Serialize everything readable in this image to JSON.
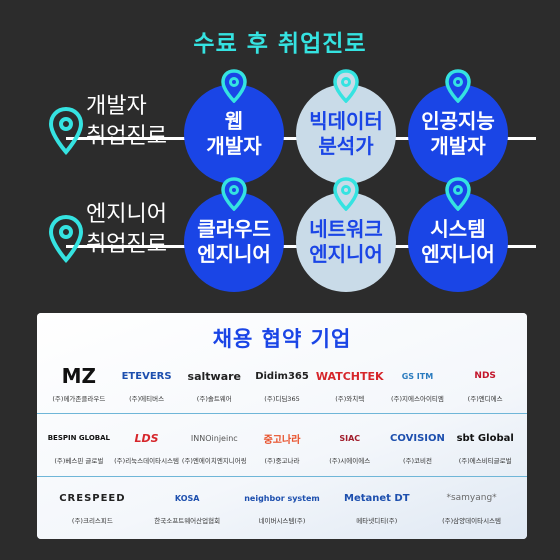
{
  "title": "수료 후 취업진로",
  "rows": [
    {
      "label": "개발자\n취업진로",
      "circles": [
        "웹\n개발자",
        "빅데이터\n분석가",
        "인공지능\n개발자"
      ]
    },
    {
      "label": "엔지니어\n취업진로",
      "circles": [
        "클라우드\n엔지니어",
        "네트워크\n엔지니어",
        "시스템\n엔지니어"
      ]
    }
  ],
  "companies": {
    "title": "채용 협약 기업",
    "row1": [
      {
        "logo": "MZ",
        "name": "(주)메가존클라우드"
      },
      {
        "logo": "ETEVERS",
        "name": "(주)에티버스"
      },
      {
        "logo": "saltware",
        "name": "(주)솔트웨어"
      },
      {
        "logo": "Didim365",
        "name": "(주)디딤365"
      },
      {
        "logo": "WATCHTEK",
        "name": "(주)와치텍"
      },
      {
        "logo": "GS ITM",
        "name": "(주)지에스아이티엠"
      },
      {
        "logo": "NDS",
        "name": "(주)엔디에스"
      }
    ],
    "row2": [
      {
        "logo": "BESPIN GLOBAL",
        "name": "(주)베스핀 글로벌"
      },
      {
        "logo": "LDS",
        "name": "(주)리눅스데이타시스템"
      },
      {
        "logo": "INNOinjeinc",
        "name": "(주)엔에이치엔지니어링"
      },
      {
        "logo": "중고나라",
        "name": "(주)중고나라"
      },
      {
        "logo": "SIAC",
        "name": "(주)시에이에스"
      },
      {
        "logo": "COVISION",
        "name": "(주)코비전"
      },
      {
        "logo": "sbt Global",
        "name": "(주)에스비티글로벌"
      }
    ],
    "row3": [
      {
        "logo": "CRESPEED",
        "name": "(주)크리스피드"
      },
      {
        "logo": "KOSA",
        "name": "한국소프트웨어산업협회"
      },
      {
        "logo": "neighbor system",
        "name": "네이버시스템(주)"
      },
      {
        "logo": "Metanet DT",
        "name": "메타넷디티(주)"
      },
      {
        "logo": "*samyang*",
        "name": "(주)삼양데이타시스템"
      }
    ]
  },
  "colors": {
    "accent": "#35e3e1",
    "blue": "#1a45e6",
    "light": "#c9dbe8",
    "bg": "#2c2c2c"
  }
}
